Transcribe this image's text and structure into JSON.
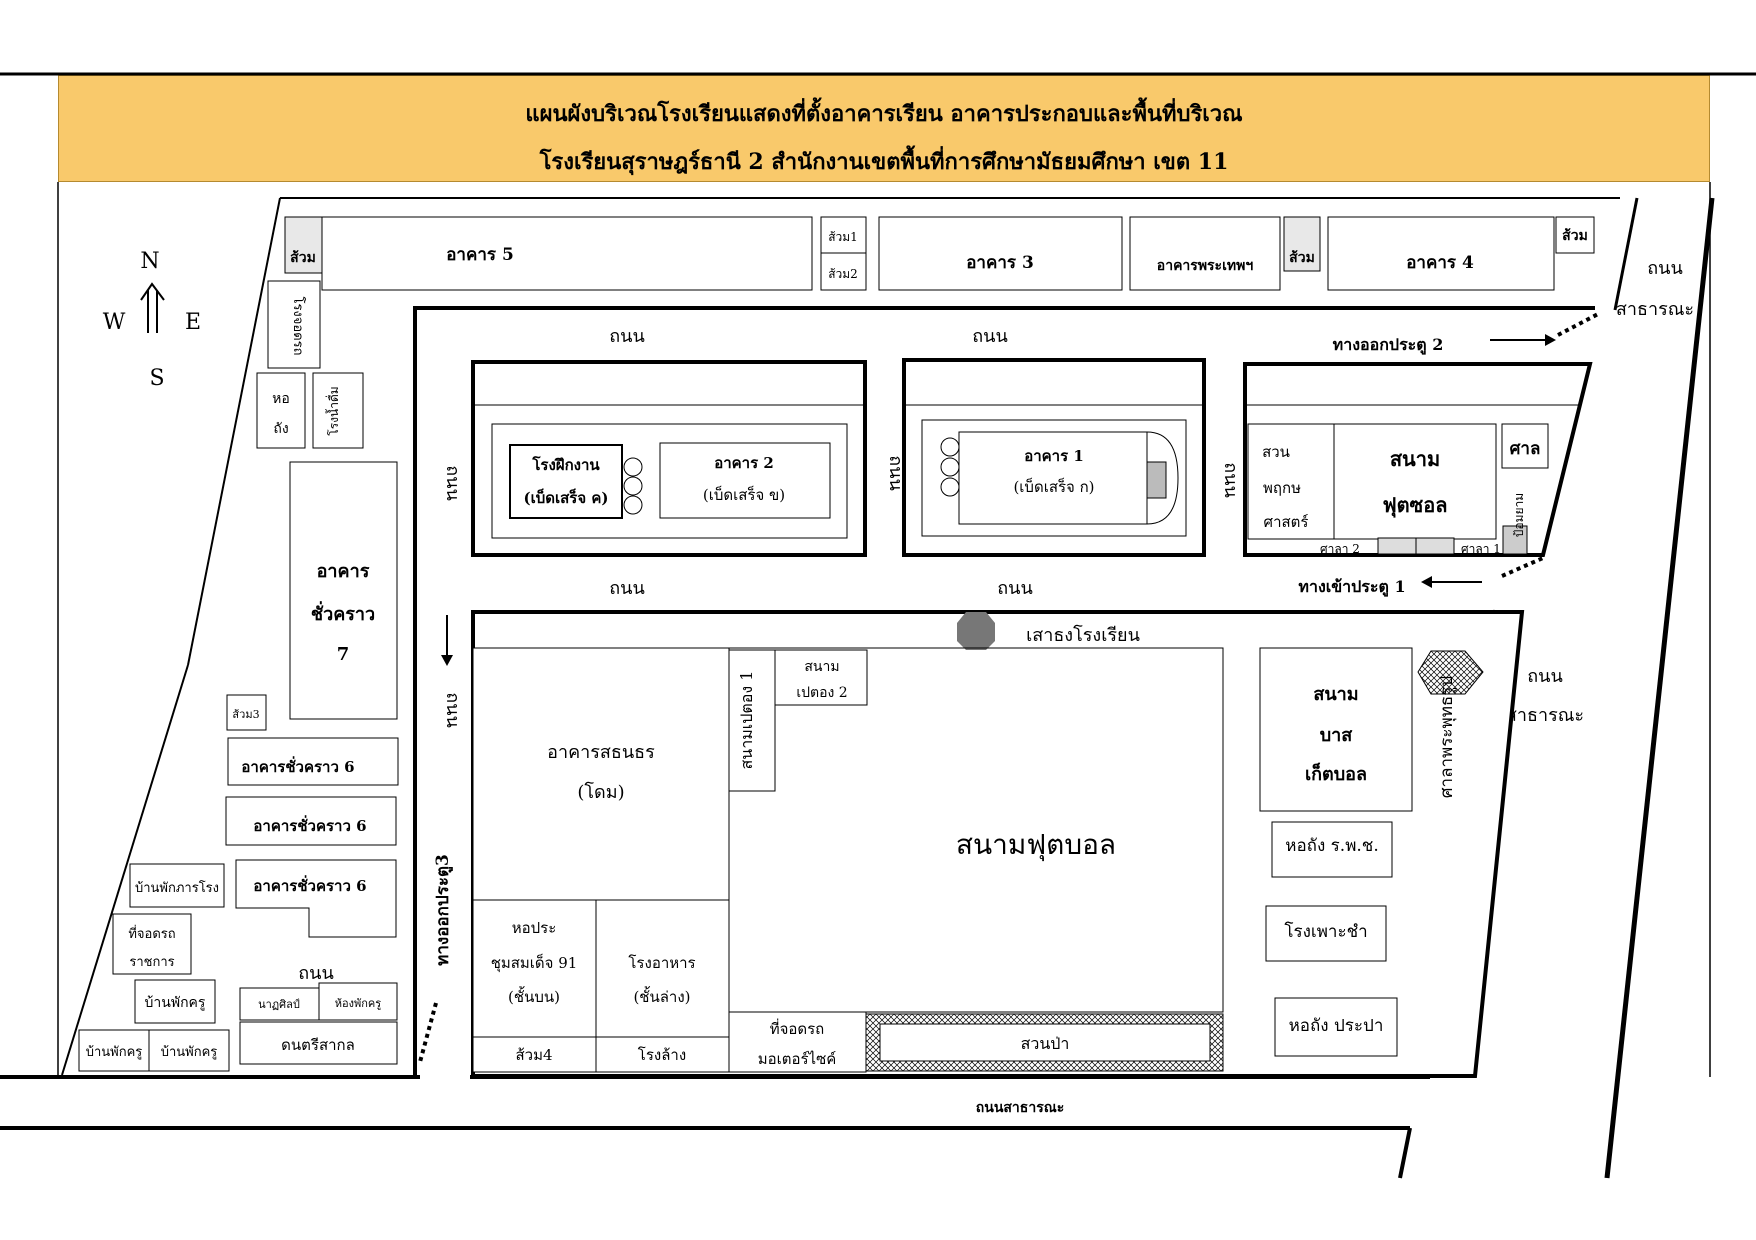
{
  "header": {
    "title_line1": "แผนผังบริเวณโรงเรียนแสดงที่ตั้งอาคารเรียน อาคารประกอบและพื้นที่บริเวณ",
    "title_line2": "โรงเรียนสุราษฎร์ธานี 2  สำนักงานเขตพื้นที่การศึกษามัธยมศึกษา เขต 11"
  },
  "compass": {
    "n": "N",
    "w": "W",
    "e": "E",
    "s": "S"
  },
  "labels": {
    "toilet": "ส้วม",
    "toilet1": "ส้วม1",
    "toilet2": "ส้วม2",
    "toilet3": "ส้วม3",
    "toilet4": "ส้วม4",
    "building5": "อาคาร  5",
    "building3": "อาคาร  3",
    "building_phrathep": "อาคารพระเทพฯ",
    "building4": "อาคาร 4",
    "garage": "โรงจอดรถ",
    "tower": "หอ",
    "tower2": "ถัง",
    "water_plant": "โรงน้ำดื่ม",
    "temp7_1": "อาคาร",
    "temp7_2": "ชั่วคราว",
    "temp7_3": "7",
    "temp6": "อาคารชั่วคราว 6",
    "road": "ถนน",
    "public_road_1": "ถนน",
    "public_road_2": "สาธารณะ",
    "exit_gate2": "ทางออกประตู 2",
    "enter_gate1": "ทางเข้าประตู 1",
    "exit_gate3": "ทางออกประตู3",
    "workshop_1": "โรงฝึกงาน",
    "workshop_2": "(เบ็ดเสร็จ ค)",
    "building2_1": "อาคาร 2",
    "building2_2": "(เบ็ดเสร็จ ข)",
    "building1_1": "อาคาร 1",
    "building1_2": "(เบ็ดเสร็จ ก)",
    "botanic_1": "สวน",
    "botanic_2": "พฤกษ",
    "botanic_3": "ศาสตร์",
    "futsal_1": "สนาม",
    "futsal_2": "ฟุตซอล",
    "pavilion": "ศาล",
    "pavilion_small": "ป้อมยาม",
    "sala2": "ศาลา 2",
    "sala1": "ศาลา 1",
    "flagpole": "เสาธงโรงเรียน",
    "takraw1": "สนามเปตอง 1",
    "takraw2_1": "สนาม",
    "takraw2_2": "เปตอง 2",
    "dome_1": "อาคารสธนธร",
    "dome_2": "(โดม)",
    "football": "สนามฟุตบอล",
    "hall_1": "หอประ",
    "hall_2": "ชุมสมเด็จ 91",
    "hall_3": "(ชั้นบน)",
    "canteen_1": "โรงอาหาร",
    "canteen_2": "(ชั้นล่าง)",
    "wash": "โรงล้าง",
    "moto_1": "ที่จอดรถ",
    "moto_2": "มอเตอร์ไซค์",
    "forest": "สวนป่า",
    "basket_1": "สนาม",
    "basket_2": "บาส",
    "basket_3": "เก็ตบอล",
    "buddha_sala": "ศาลาพระพุทธรูป",
    "tower_rps": "หอถัง ร.พ.ช.",
    "nursery": "โรงเพาะชำ",
    "tower_water": "หอถัง ประปา",
    "director_house": "บ้านพักภารโรง",
    "gov_parking_1": "ที่จอดรถ",
    "gov_parking_2": "ราชการ",
    "teacher_house": "บ้านพักครู",
    "nat_art": "นาฏศิลป์",
    "teacher_room": "ห้องพักครู",
    "music": "ดนตรีสากล",
    "bottom_road": "ถนนสาธารณะ"
  }
}
